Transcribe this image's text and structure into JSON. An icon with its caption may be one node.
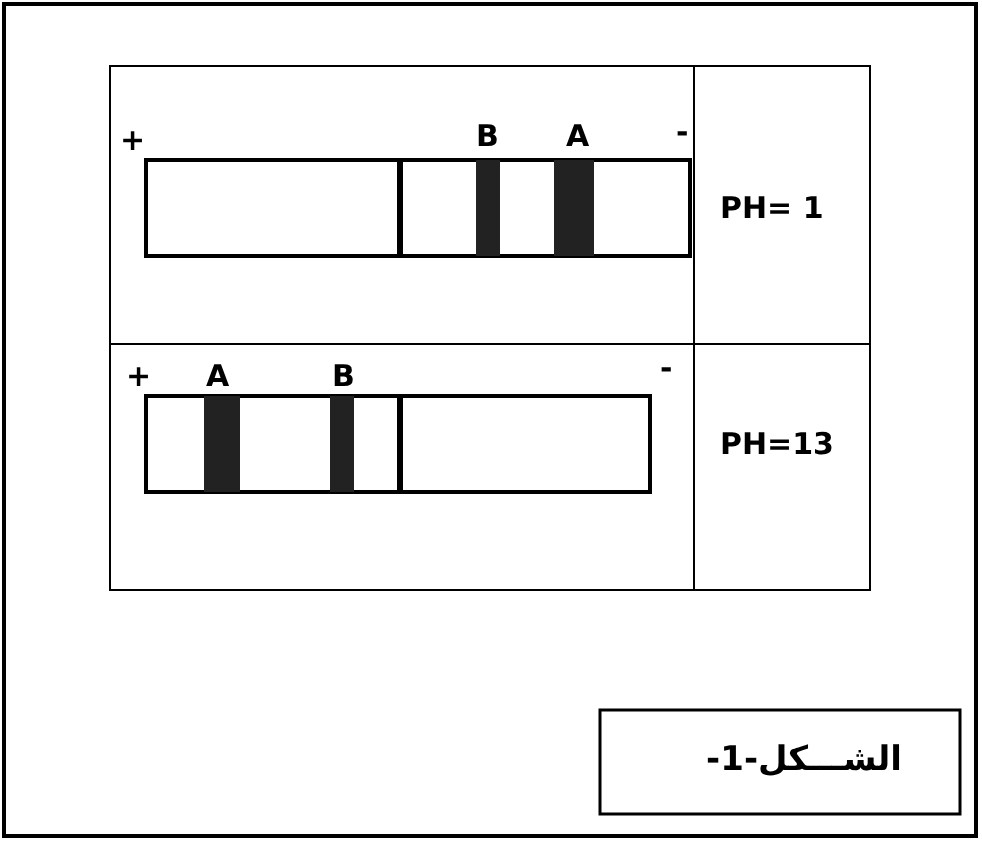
{
  "diagram": {
    "caption": "الشـــكل-1-",
    "labels": [
      "+",
      "B",
      "A",
      "-",
      "PH= 1",
      "+",
      "A",
      "B",
      "-",
      "PH=13"
    ]
  }
}
